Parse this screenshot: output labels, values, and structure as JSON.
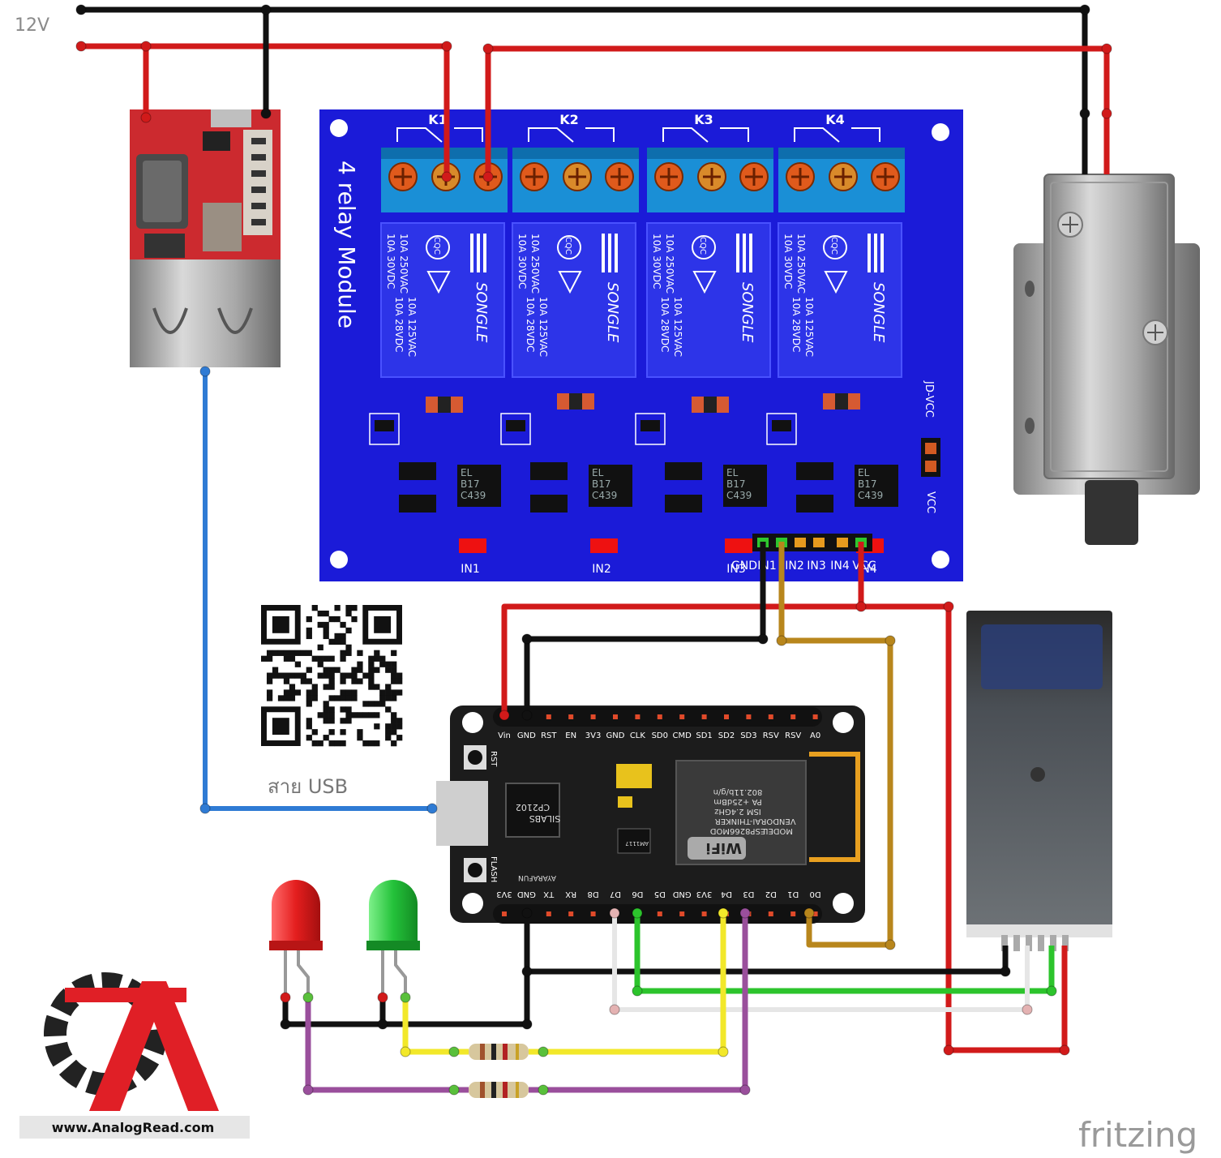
{
  "supply": {
    "label": "12V"
  },
  "relay_module": {
    "title": "4 relay Module",
    "channels": [
      "K1",
      "K2",
      "K3",
      "K4"
    ],
    "relay_text": {
      "rating_a": "10A 250VAC",
      "rating_b": "10A 125VAC",
      "rating_c": "10A 30VDC",
      "rating_d": "10A 28VDC",
      "brand": "SONGLE",
      "cert": "CQC"
    },
    "optocoupler_text": [
      "EL",
      "B17",
      "C439"
    ],
    "inputs": [
      "IN1",
      "IN2",
      "IN3",
      "IN4"
    ],
    "header_pins": [
      "GND",
      "IN1",
      "IN2",
      "IN3",
      "IN4",
      "VCC"
    ],
    "jumper": {
      "top": "JD-VCC",
      "bottom": "VCC"
    }
  },
  "nodemcu": {
    "top_pins": [
      "Vin",
      "GND",
      "RST",
      "EN",
      "3V3",
      "GND",
      "CLK",
      "SD0",
      "CMD",
      "SD1",
      "SD2",
      "SD3",
      "RSV",
      "RSV",
      "A0"
    ],
    "bottom_pins": [
      "3V3",
      "GND",
      "TX",
      "RX",
      "D8",
      "D7",
      "D6",
      "D5",
      "GND",
      "3V3",
      "D4",
      "D3",
      "D2",
      "D1",
      "D0"
    ],
    "buttons": [
      "RST",
      "FLASH"
    ],
    "usb_chip": [
      "SILABS",
      "CP2102"
    ],
    "regulator": "AM1117",
    "brand": "AYARAFUN",
    "module_lines": [
      "MODEL",
      "VENDOR",
      "ESP8266MOD",
      "AI-THINKER",
      "ISM 2.4GHz",
      "PA +25dBm",
      "802.11b/g/n"
    ],
    "wifi": "WiFi"
  },
  "usb_cable": {
    "label": "สาย USB"
  },
  "logo": {
    "url": "www.AnalogRead.com"
  },
  "watermark": "fritzing",
  "colors": {
    "wire_red": "#d11a1a",
    "wire_black": "#111111",
    "wire_blue": "#2f7bd4",
    "wire_brown": "#b8861c",
    "wire_green": "#2cc42c",
    "wire_yellow": "#f2e82a",
    "wire_purple": "#9a4f9c",
    "wire_white": "#e6e6e6",
    "relay_board": "#1b1bd8",
    "mcu_board": "#1c1c1c"
  }
}
